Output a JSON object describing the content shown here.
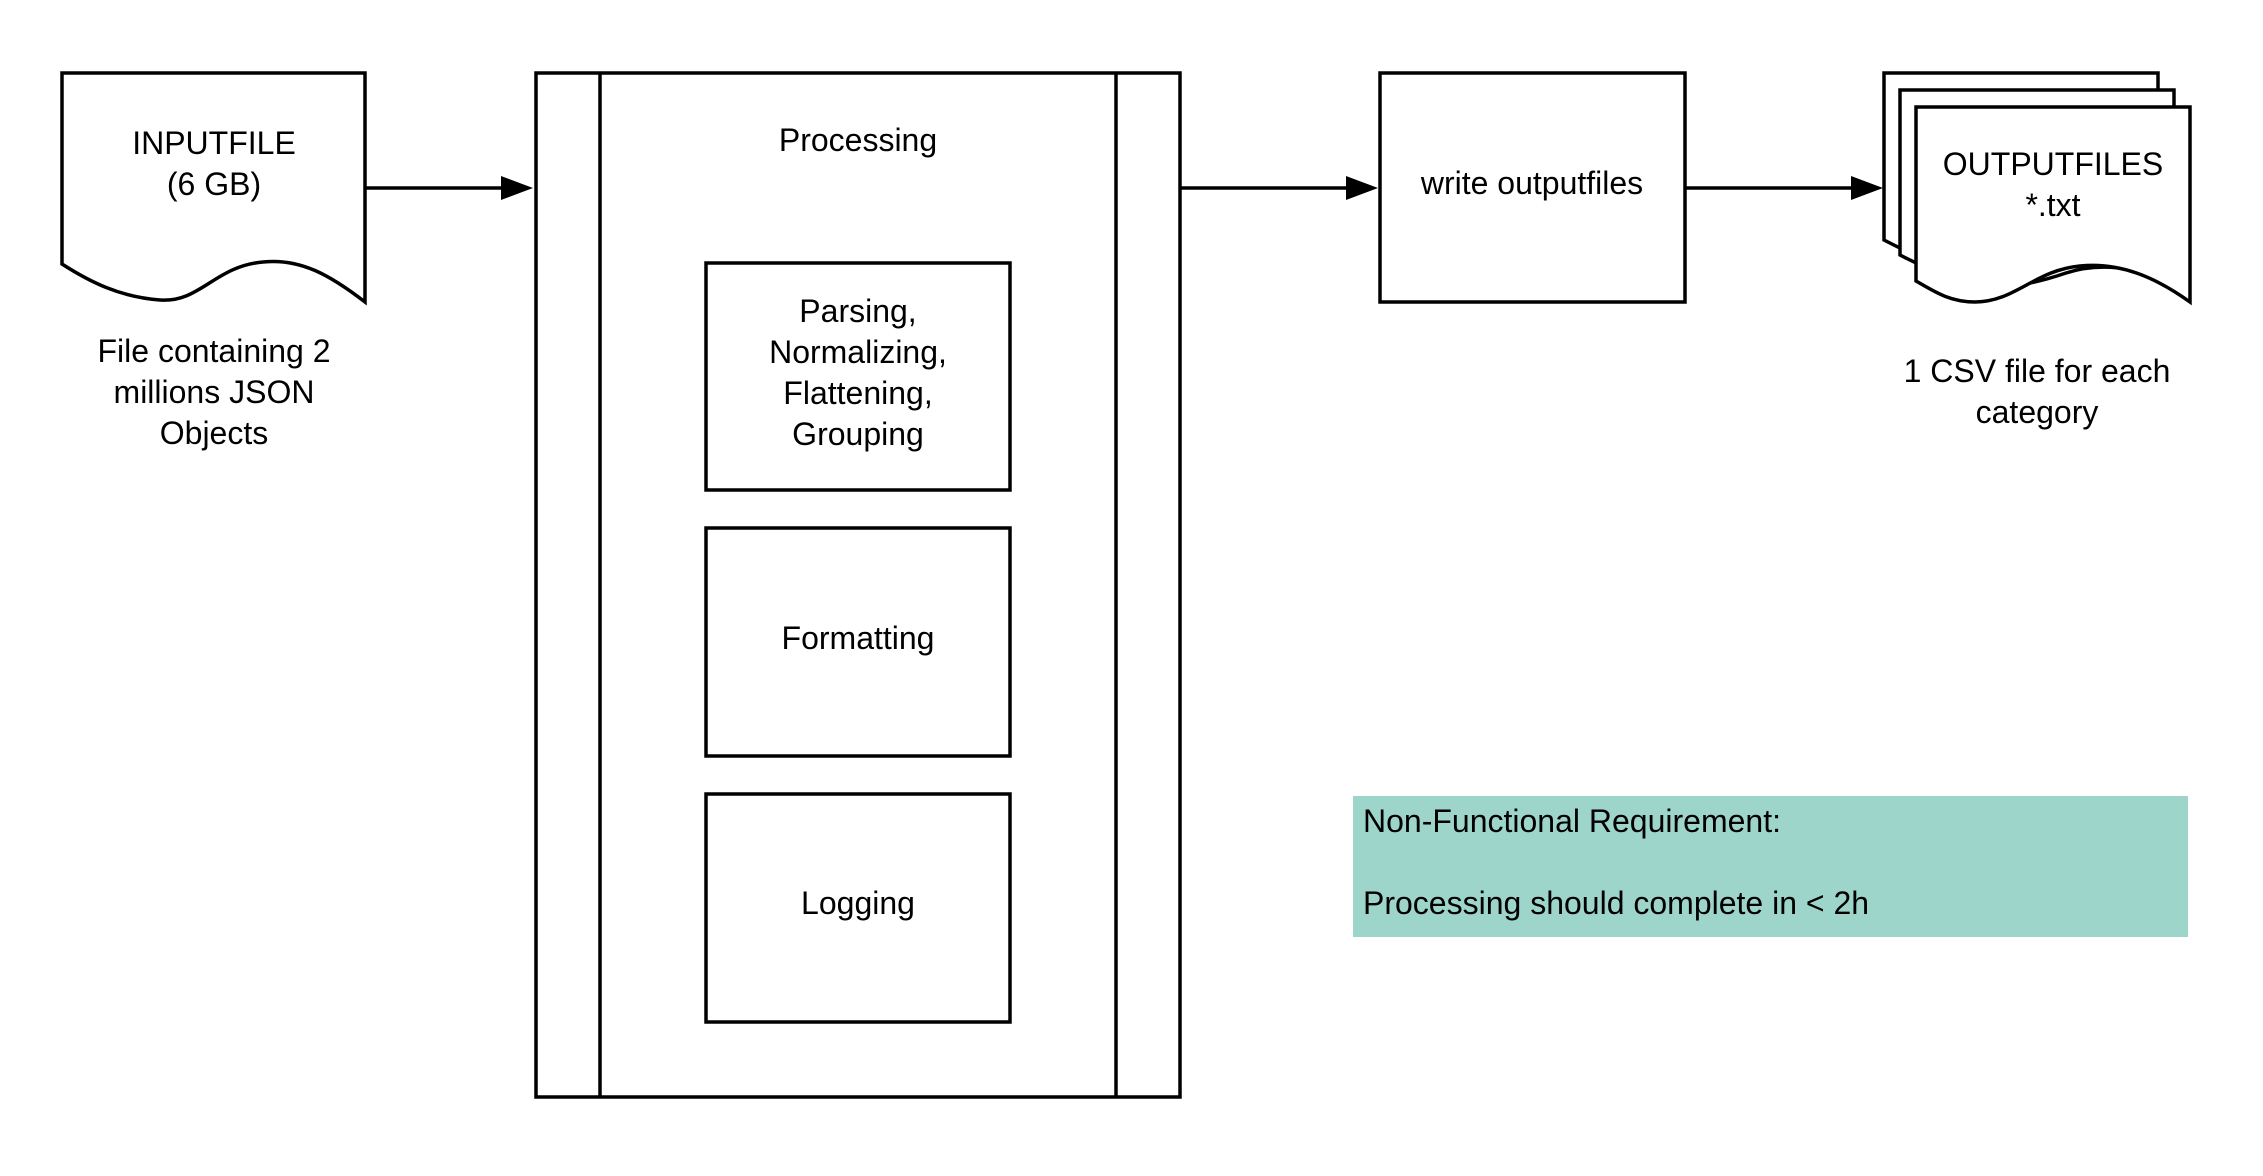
{
  "colors": {
    "stroke": "#000000",
    "note_fill": "#9dd5cb",
    "background": "#ffffff"
  },
  "input_file": {
    "line1": "INPUTFILE",
    "line2": "(6 GB)",
    "caption": [
      "File containing 2",
      "millions JSON",
      "Objects"
    ]
  },
  "processing": {
    "title": "Processing",
    "steps": [
      {
        "lines": [
          "Parsing,",
          "Normalizing,",
          "Flattening,",
          "Grouping"
        ]
      },
      {
        "lines": [
          "Formatting"
        ]
      },
      {
        "lines": [
          "Logging"
        ]
      }
    ]
  },
  "write_step": {
    "label": "write outputfiles"
  },
  "output_files": {
    "line1": "OUTPUTFILES",
    "line2": "*.txt",
    "caption": [
      "1 CSV file for each",
      "category"
    ]
  },
  "note": {
    "line1": "Non-Functional Requirement:",
    "line2": "Processing should complete in < 2h"
  }
}
